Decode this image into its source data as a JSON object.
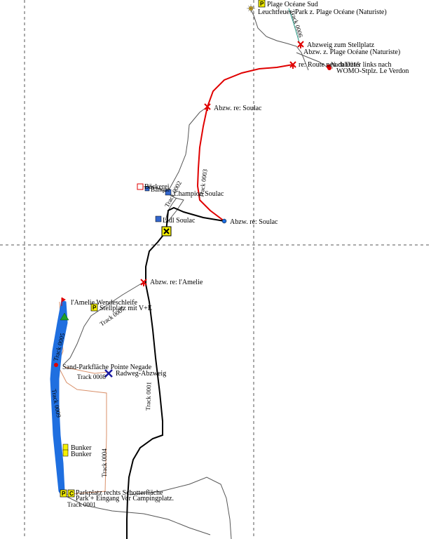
{
  "colors": {
    "background": "#ffffff",
    "grid": "#555555",
    "track_black": "#000000",
    "track_gray": "#555555",
    "track_red": "#e00000",
    "track_orange": "#d9906a",
    "track_blue": "#1f6fe0",
    "waypoint_red": "#e00000",
    "marker_yellow": "#f5f000"
  },
  "labels": {
    "plage_sud": "Plage Océane Sud",
    "leuchtfeuer": "Leuchtfeuer, Park z. Plage Océane (Naturiste)",
    "abzweig_stellplatz": "Abzweig zum Stellplatz",
    "abzw_plage": "Abzw. z. Plage Océane (Naturiste)",
    "route_neu": "re: Route neu dahinter links nach",
    "sued_d215": "Nach D215",
    "womo": "WOMO-Stplz. Le Verdon",
    "abzw_soulac_top": "Abzw. re: Soulac",
    "baeckerei": "Bäckerei",
    "banque": "Banque",
    "champion": "Champion Soulac",
    "lidl": "Lidl Soulac",
    "abzw_soulac_mid": "Abzw. re: Soulac",
    "abzw_amelie": "Abzw. re: l'Amelie",
    "amelie_wende": "l'Amelie Wendeschleife",
    "stellplatz_ve": "Stellplatz mit V+E",
    "sand_park": "Sand-Parkfläche Pointe Negade",
    "radweg": "Radweg-Abzweig",
    "bunker1": "Bunker",
    "bunker2": "Bunker",
    "parkplatz": "Parkplatz rechts Schotterfläche",
    "camping": "Park + Eingang Vor Campingplatz."
  },
  "tracks": {
    "t0001": "Track 0001",
    "t0001b": "Track 0001",
    "t0002": "Track 0002",
    "t0003": "Track 0003",
    "t0004": "Track 0004",
    "t0005": "Track 0005",
    "t0006": "Track 0006",
    "t0007": "Track 0007",
    "t0008": "Track 0008",
    "t0009": "Track 0009"
  }
}
